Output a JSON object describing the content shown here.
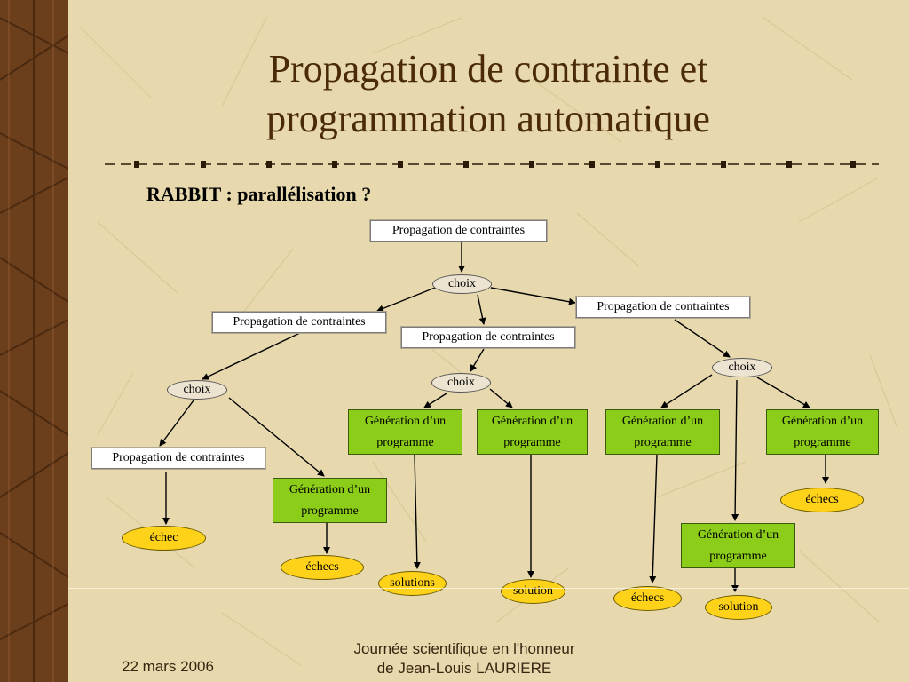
{
  "slide": {
    "title_line1": "Propagation de contrainte et",
    "title_line2": "programmation automatique",
    "subtitle": "RABBIT : parallélisation ?"
  },
  "diagram": {
    "prop_label": "Propagation de contraintes",
    "choix_label": "choix",
    "gen_line1": "Génération d’un",
    "gen_line2": "programme",
    "echec_label": "échec",
    "echecs_label": "échecs",
    "solutions_label": "solutions",
    "solution_label": "solution"
  },
  "footer": {
    "date": "22 mars 2006",
    "event_line1": "Journée scientifique en l'honneur",
    "event_line2": "de Jean-Louis LAURIERE"
  }
}
